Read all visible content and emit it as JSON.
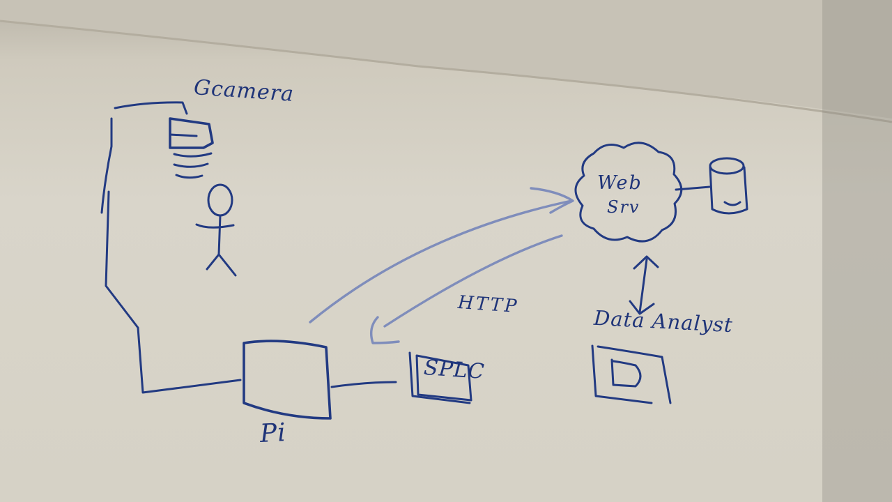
{
  "diagram": {
    "labels": {
      "camera": "Gcamera",
      "web_server_line1": "Web",
      "web_server_line2": "Srv",
      "protocol": "HTTP",
      "analyst": "Data Analyst",
      "plc": "SPLC",
      "pi": "Pi"
    },
    "ink_color": "#223a82",
    "board_color": "#d9d5ca"
  }
}
